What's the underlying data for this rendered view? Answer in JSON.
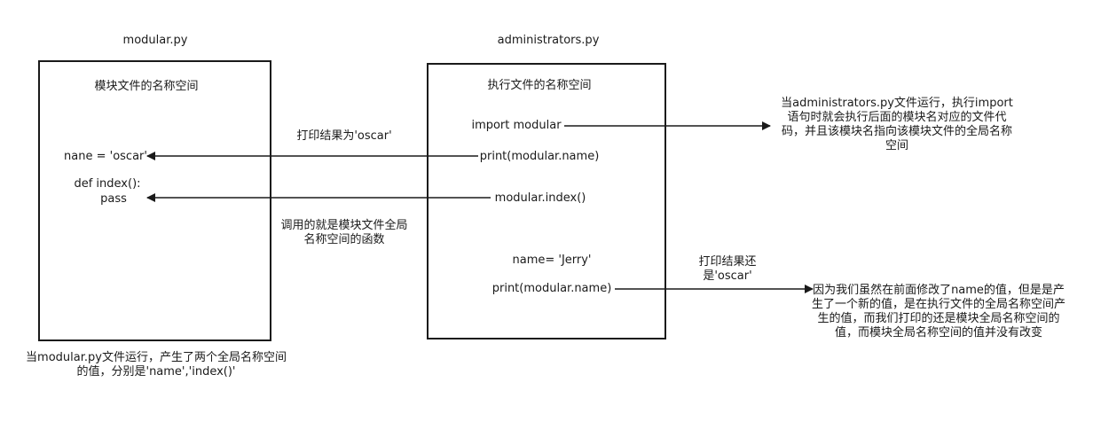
{
  "left": {
    "file_title": "modular.py",
    "box_heading": "模块文件的名称空间",
    "assign_line": "nane = 'oscar'",
    "def_line": "def index():",
    "pass_line": "pass",
    "footnote_line1": "当modular.py文件运行，产生了两个全局名称空间",
    "footnote_line2": "的值，分别是'name','index()'"
  },
  "right": {
    "file_title": "administrators.py",
    "box_heading": "执行文件的名称空间",
    "import_line": "import modular",
    "print_line1": "print(modular.name)",
    "call_line": "modular.index()",
    "assign_line": "name=  'Jerry'",
    "print_line2": "print(modular.name)"
  },
  "edge_labels": {
    "print_result": "打印结果为'oscar'",
    "call_desc_line1": "调用的就是模块文件全局",
    "call_desc_line2": "名称空间的函数",
    "print_result2_line1": "打印结果还",
    "print_result2_line2": "是'oscar'"
  },
  "notes": {
    "import_note": [
      "当administrators.py文件运行，执行import",
      "语句时就会执行后面的模块名对应的文件代",
      "码，并且该模块名指向该模块文件的全局名称",
      "空间"
    ],
    "final_note": [
      "因为我们虽然在前面修改了name的值，但是是产",
      "生了一个新的值，是在执行文件的全局名称空间产",
      "生的值，而我们打印的还是模块全局名称空间的",
      "值，而模块全局名称空间的值并没有改变"
    ]
  },
  "colors": {
    "stroke": "#1a1a1a",
    "background": "#ffffff"
  }
}
